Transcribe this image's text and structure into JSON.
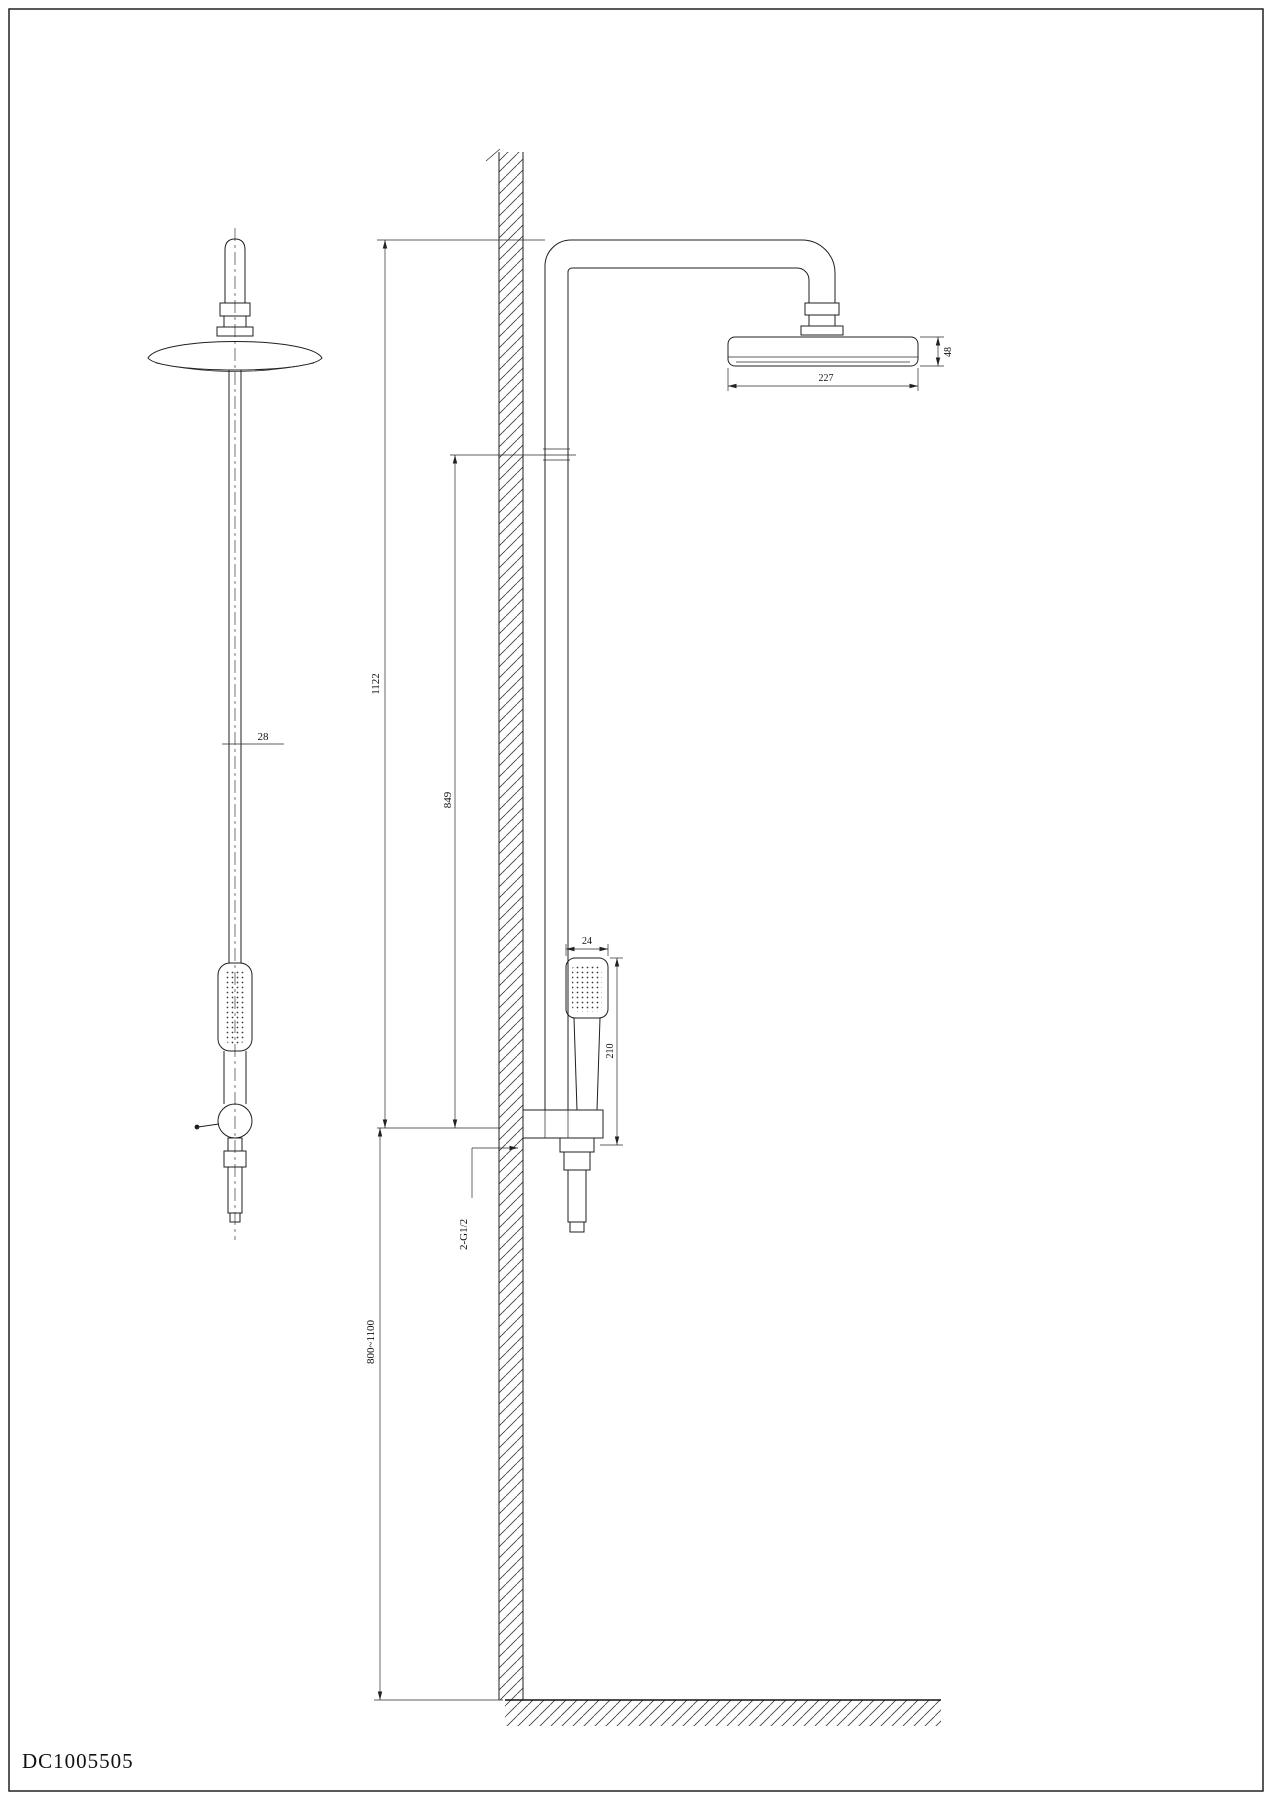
{
  "sheet": {
    "part_number": "DC1005505"
  },
  "dimensions": {
    "total_height": "1122",
    "riser_height": "849",
    "head_diameter": "227",
    "head_thickness": "48",
    "pipe_diameter": "28",
    "handshower_width": "24",
    "handshower_length": "210",
    "thread_callout": "2-G1/2",
    "install_height": "800~1100"
  }
}
